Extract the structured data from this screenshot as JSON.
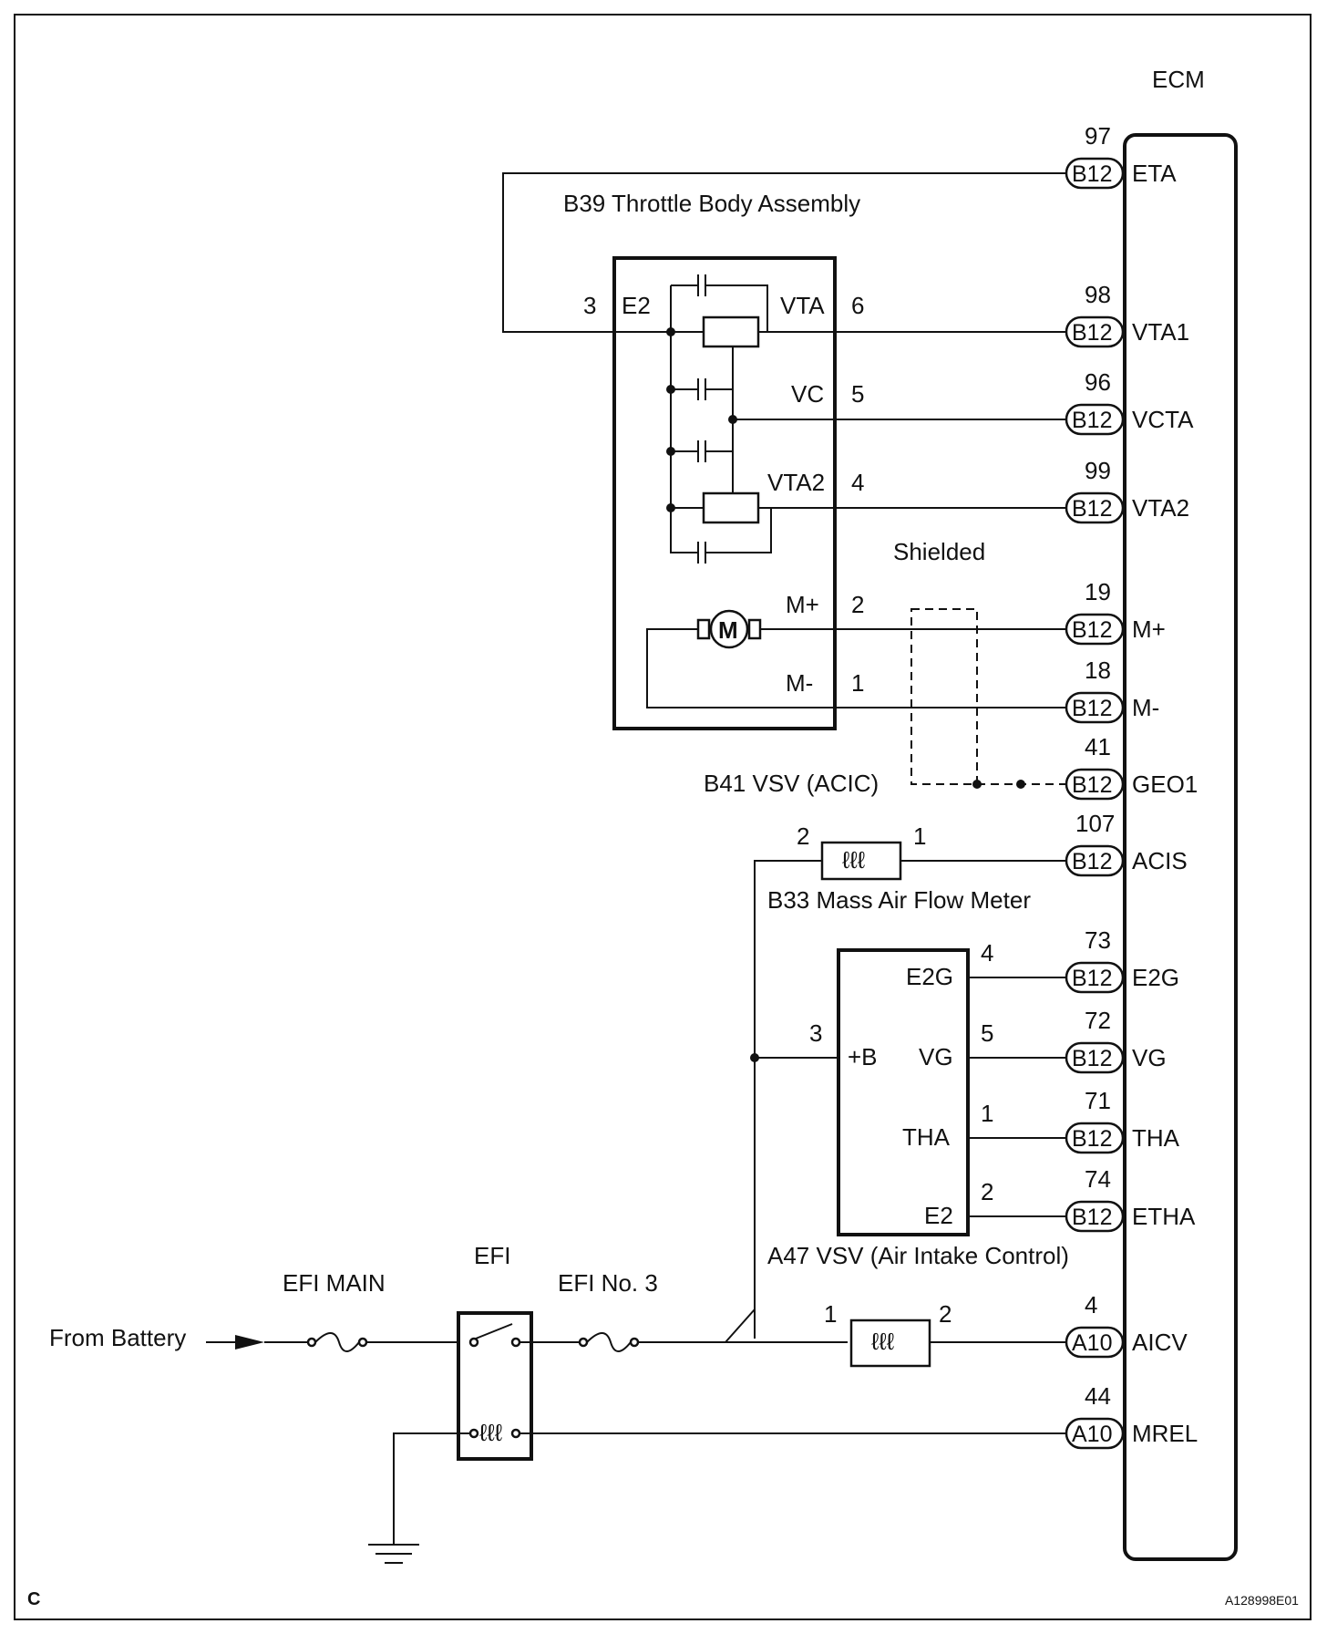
{
  "ecm": {
    "title": "ECM",
    "pins": [
      {
        "num": "97",
        "conn": "B12",
        "sig": "ETA"
      },
      {
        "num": "98",
        "conn": "B12",
        "sig": "VTA1"
      },
      {
        "num": "96",
        "conn": "B12",
        "sig": "VCTA"
      },
      {
        "num": "99",
        "conn": "B12",
        "sig": "VTA2"
      },
      {
        "num": "19",
        "conn": "B12",
        "sig": "M+"
      },
      {
        "num": "18",
        "conn": "B12",
        "sig": "M-"
      },
      {
        "num": "41",
        "conn": "B12",
        "sig": "GEO1"
      },
      {
        "num": "107",
        "conn": "B12",
        "sig": "ACIS"
      },
      {
        "num": "73",
        "conn": "B12",
        "sig": "E2G"
      },
      {
        "num": "72",
        "conn": "B12",
        "sig": "VG"
      },
      {
        "num": "71",
        "conn": "B12",
        "sig": "THA"
      },
      {
        "num": "74",
        "conn": "B12",
        "sig": "ETHA"
      },
      {
        "num": "4",
        "conn": "A10",
        "sig": "AICV"
      },
      {
        "num": "44",
        "conn": "A10",
        "sig": "MREL"
      }
    ]
  },
  "throttle_body": {
    "name": "B39 Throttle Body Assembly",
    "terminals": {
      "e2": "E2",
      "e2_pin": "3",
      "vta": "VTA",
      "vta_pin": "6",
      "vc": "VC",
      "vc_pin": "5",
      "vta2": "VTA2",
      "vta2_pin": "4",
      "mplus": "M+",
      "mplus_pin": "2",
      "mminus": "M-",
      "mminus_pin": "1"
    },
    "motor_symbol": "M"
  },
  "shielded_label": "Shielded",
  "vsv_acic": {
    "name": "B41 VSV (ACIC)",
    "pin_left": "2",
    "pin_right": "1"
  },
  "maf": {
    "name": "B33 Mass Air Flow Meter",
    "terminals": {
      "e2g": "E2G",
      "e2g_pin": "4",
      "plusb": "+B",
      "plusb_pin": "3",
      "vg": "VG",
      "vg_pin": "5",
      "tha": "THA",
      "tha_pin": "1",
      "e2": "E2",
      "e2_pin": "2"
    }
  },
  "vsv_aic": {
    "name": "A47 VSV (Air Intake Control)",
    "pin_left": "1",
    "pin_right": "2"
  },
  "power": {
    "from_battery": "From Battery",
    "efi_main": "EFI MAIN",
    "efi_relay": "EFI",
    "efi_no3": "EFI No. 3"
  },
  "footer": {
    "corner_letter": "C",
    "figure_id": "A128998E01"
  }
}
